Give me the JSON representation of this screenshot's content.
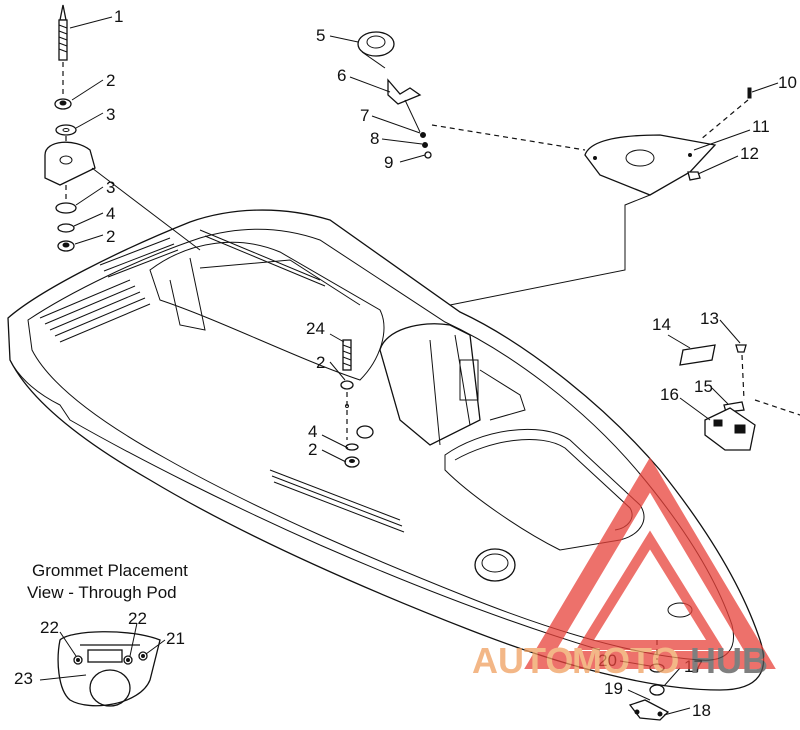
{
  "diagram": {
    "callouts": [
      "1",
      "2",
      "3",
      "3",
      "4",
      "2",
      "5",
      "6",
      "7",
      "8",
      "9",
      "10",
      "11",
      "12",
      "13",
      "14",
      "15",
      "16",
      "24",
      "2",
      "4",
      "2",
      "20",
      "17",
      "19",
      "18",
      "22",
      "22",
      "21",
      "23"
    ],
    "inset_caption_line1": "Grommet Placement",
    "inset_caption_line2": "View - Through Pod"
  },
  "watermark": {
    "part1": "AUTO",
    "part2": "MOTO",
    "part3": "HUB",
    "colors": {
      "red": "#e8423a",
      "orange": "#f0a060",
      "grey": "#555555"
    }
  }
}
